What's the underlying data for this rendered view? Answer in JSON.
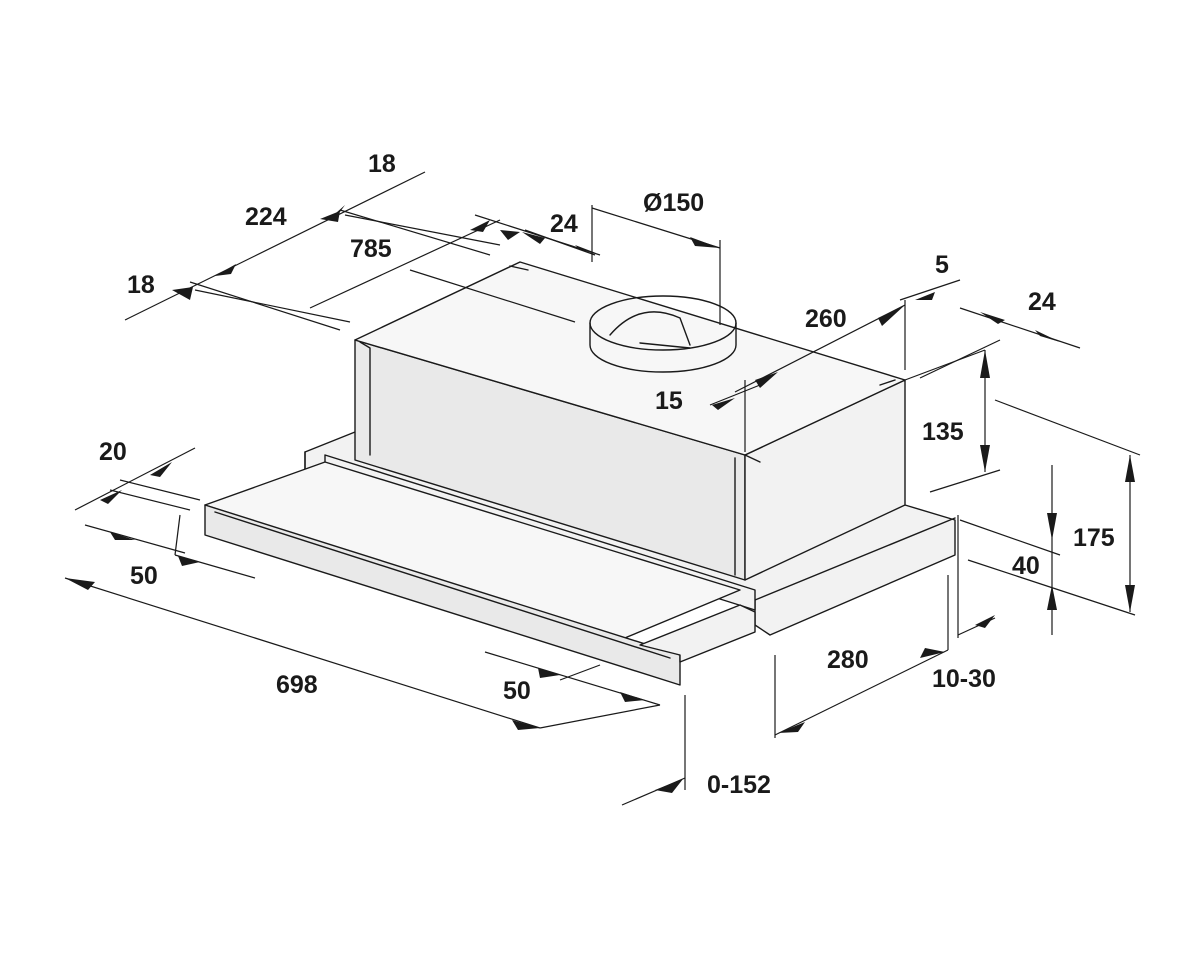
{
  "diagram": {
    "dimensions": {
      "d18_top": "18",
      "d224": "224",
      "d785": "785",
      "d18_left": "18",
      "d24_top": "24",
      "d150": "Ø150",
      "d5": "5",
      "d260": "260",
      "d24_right": "24",
      "d15": "15",
      "d135": "135",
      "d175": "175",
      "d40": "40",
      "d20": "20",
      "d50_left": "50",
      "d698": "698",
      "d50_bottom": "50",
      "d280": "280",
      "d10_30": "10-30",
      "d0_152": "0-152"
    }
  }
}
